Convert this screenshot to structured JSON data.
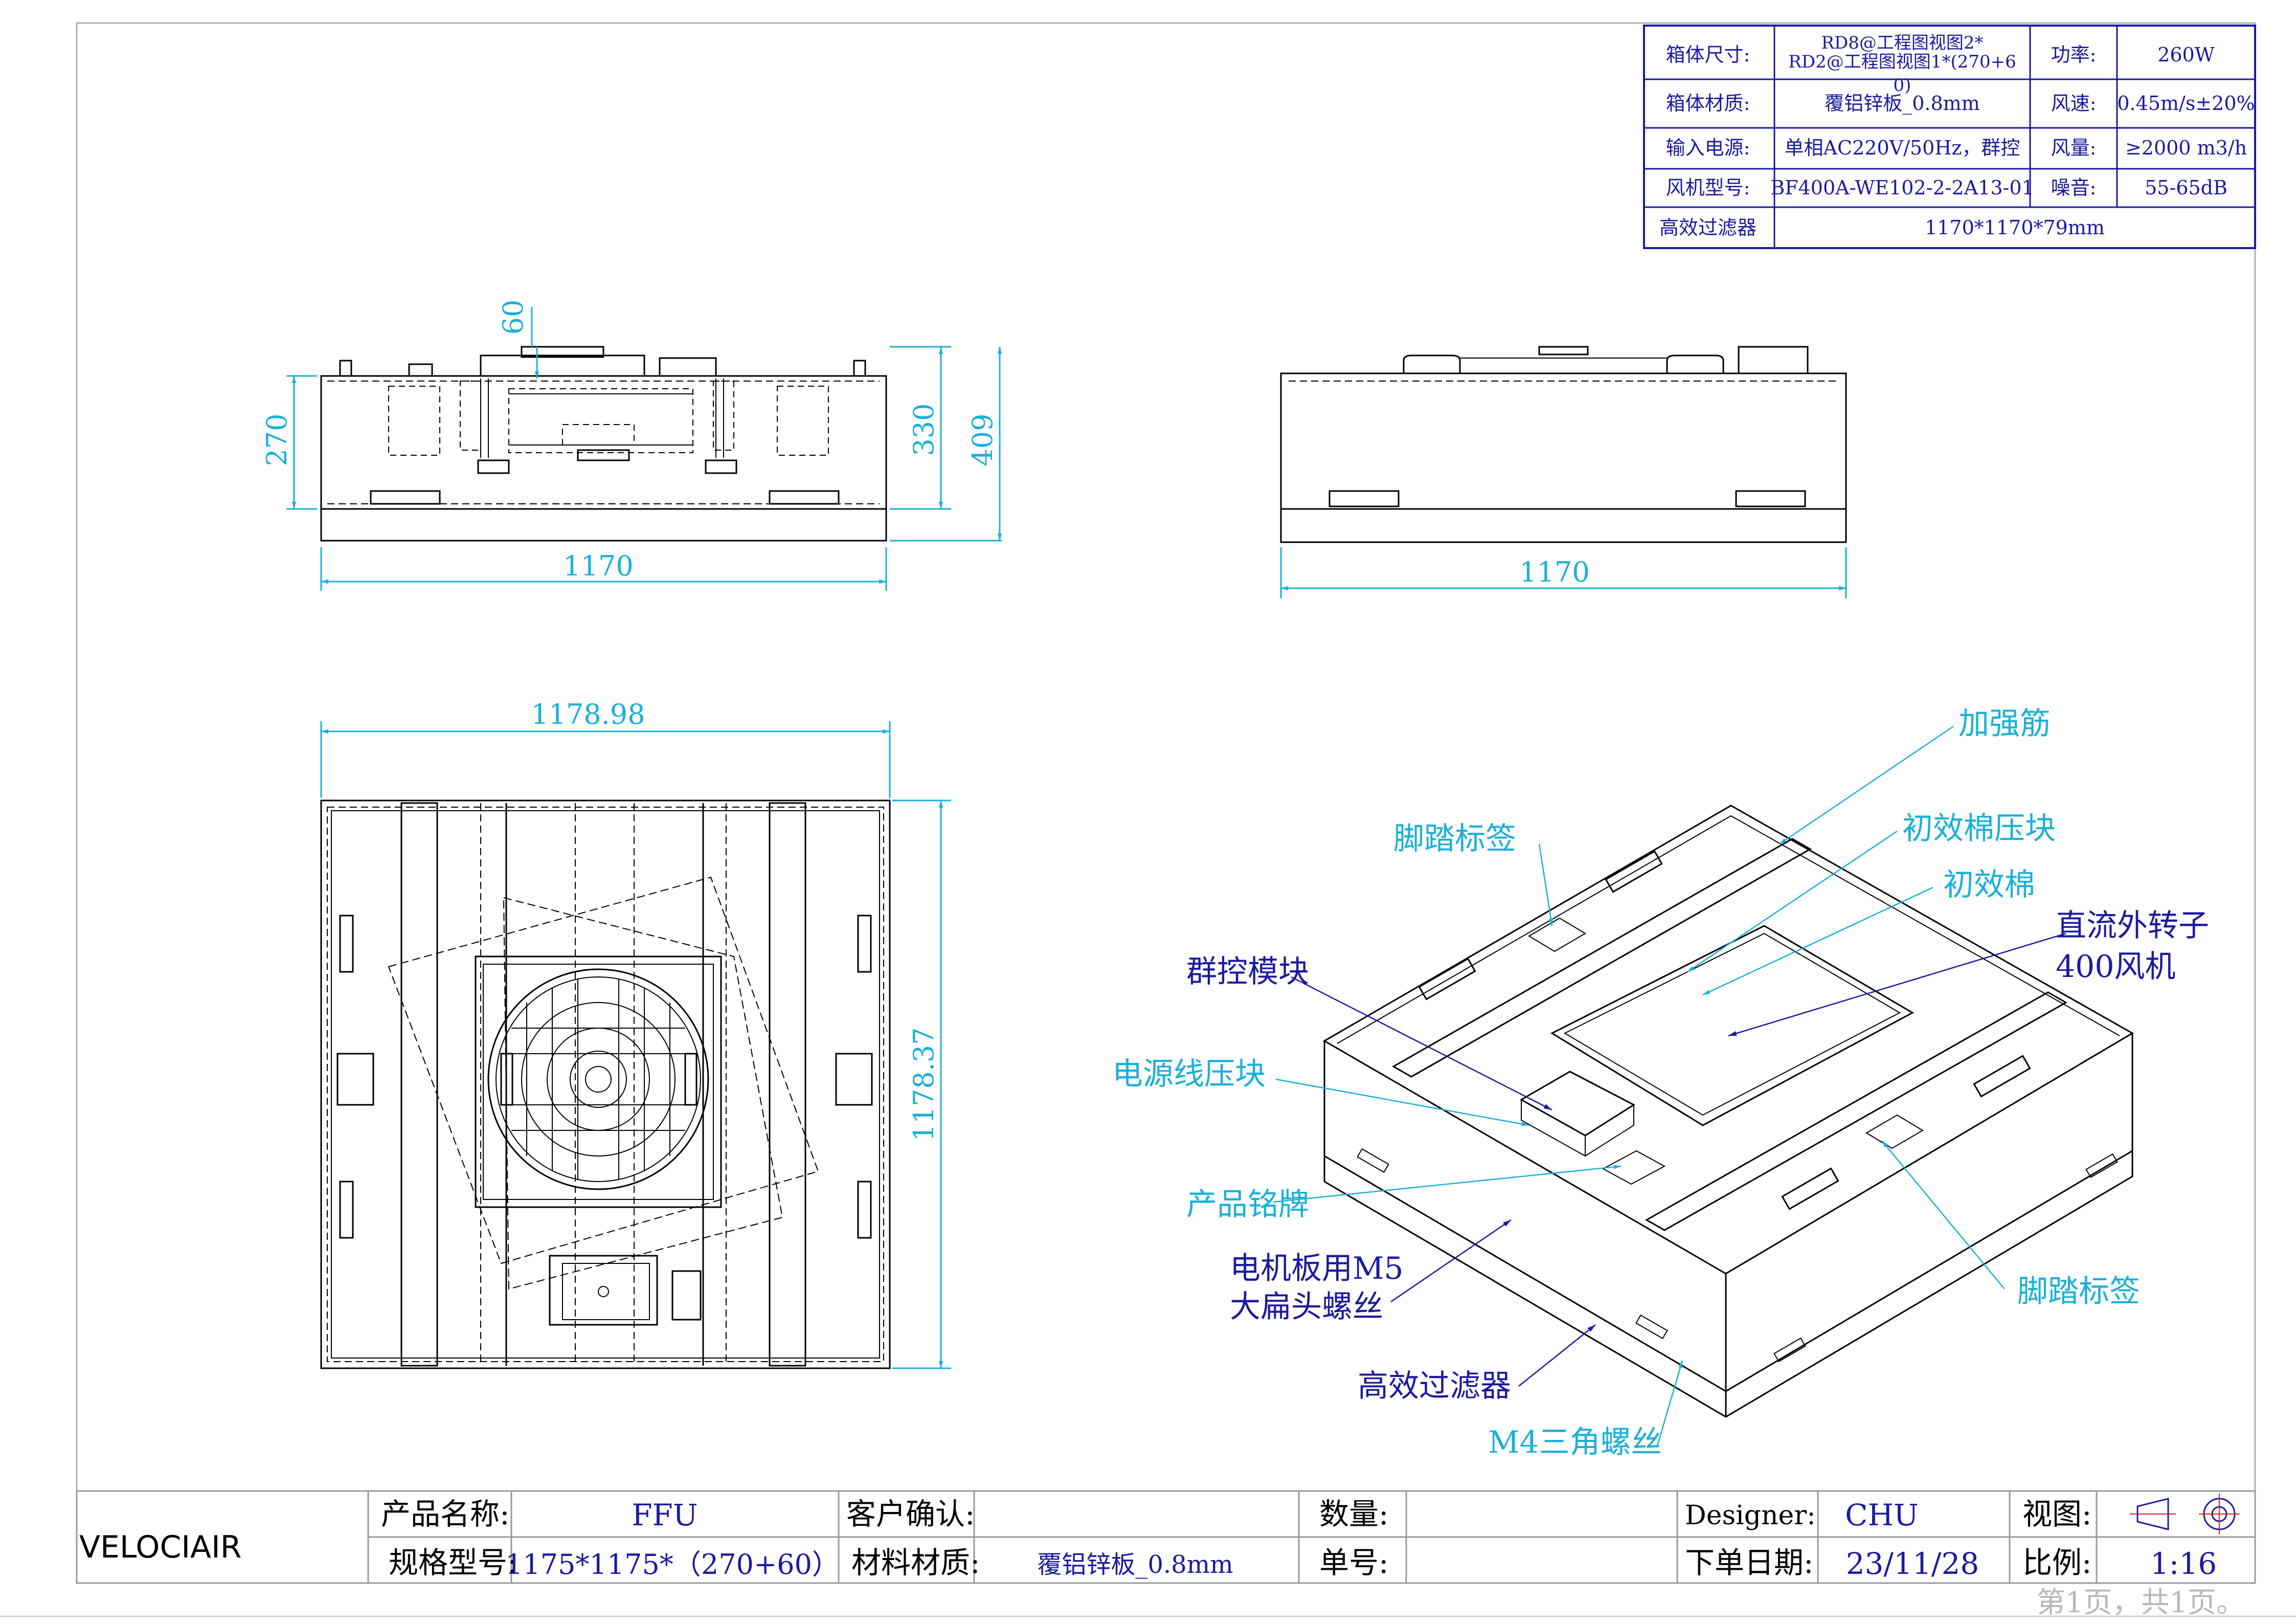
{
  "spec_table": {
    "box_size_label": "箱体尺寸:",
    "box_size_value_line1": "RD8@工程图视图2*",
    "box_size_value_line2": "RD2@工程图视图1*(270+6",
    "box_size_value_line3": "0)",
    "power_label": "功率:",
    "power_value": "260W",
    "material_label": "箱体材质:",
    "material_value": "覆铝锌板_0.8mm",
    "air_speed_label": "风速:",
    "air_speed_value": "0.45m/s±20%",
    "input_power_label": "输入电源:",
    "input_power_value": "单相AC220V/50Hz，群控",
    "air_volume_label": "风量:",
    "air_volume_value": "≥2000 m3/h",
    "fan_model_label": "风机型号:",
    "fan_model_value": "BF400A-WE102-2-2A13-01",
    "noise_label": "噪音:",
    "noise_value": "55-65dB",
    "hepa_label": "高效过滤器",
    "hepa_value": "1170*1170*79mm"
  },
  "dimensions": {
    "front_height_270": "270",
    "front_top_60": "60",
    "front_height_330": "330",
    "front_height_409": "409",
    "front_width": "1170",
    "side_width": "1170",
    "top_width": "1178.98",
    "top_height": "1178.37"
  },
  "callouts": {
    "reinforcing_rib": "加强筋",
    "primary_cotton_clamp": "初效棉压块",
    "primary_cotton": "初效棉",
    "dc_fan_line1": "直流外转子",
    "dc_fan_line2": "400风机",
    "foot_label_top": "脚踏标签",
    "group_control_module": "群控模块",
    "power_cable_clamp": "电源线压块",
    "product_nameplate": "产品铭牌",
    "motor_screw_line1": "电机板用M5",
    "motor_screw_line2": "大扁头螺丝",
    "foot_label_right": "脚踏标签",
    "hepa_filter": "高效过滤器",
    "m4_screw": "M4三角螺丝"
  },
  "title_block": {
    "company": "VELOCIAIR",
    "product_name_label": "产品名称:",
    "product_name_value": "FFU",
    "customer_confirm_label": "客户确认:",
    "quantity_label": "数量:",
    "designer_label": "Designer:",
    "designer_value": "CHU",
    "view_label": "视图:",
    "spec_model_label": "规格型号:",
    "spec_model_value": "1175*1175*（270+60）",
    "material_label": "材料材质:",
    "material_value": "覆铝锌板_0.8mm",
    "order_no_label": "单号:",
    "order_date_label": "下单日期:",
    "order_date_value": "23/11/28",
    "scale_label": "比例:",
    "scale_value": "1:16",
    "page_info": "第1页，共1页。"
  },
  "colors": {
    "dimension_cyan": "#1ab0d8",
    "table_blue": "#1a1aa0",
    "drawing_black": "#000000"
  }
}
